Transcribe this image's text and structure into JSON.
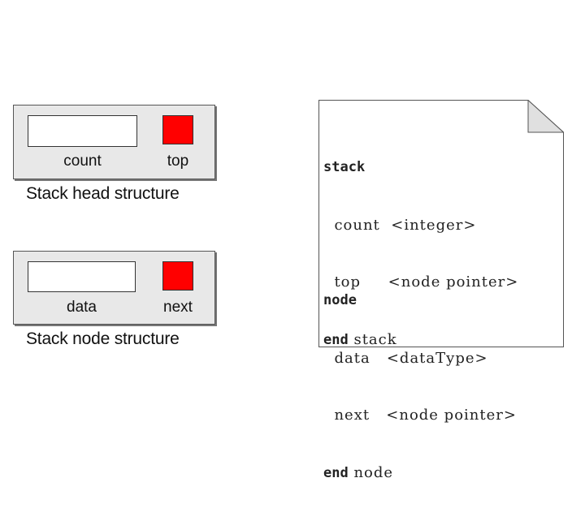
{
  "head_structure": {
    "field1_label": "count",
    "field2_label": "top",
    "caption": "Stack head structure",
    "pointer_color": "#ff0000"
  },
  "node_structure": {
    "field1_label": "data",
    "field2_label": "next",
    "caption": "Stack node structure",
    "pointer_color": "#ff0000"
  },
  "code_page": {
    "stack_block": {
      "begin_keyword": "stack",
      "line1_name": "count",
      "line1_type": "<integer>",
      "line2_name": "top",
      "line2_type": "<node pointer>",
      "end_keyword": "end",
      "end_name": "stack"
    },
    "node_block": {
      "begin_keyword": "node",
      "line1_name": "data",
      "line1_type": "<dataType>",
      "line2_name": "next",
      "line2_type": "<node pointer>",
      "end_keyword": "end",
      "end_name": "node"
    }
  }
}
